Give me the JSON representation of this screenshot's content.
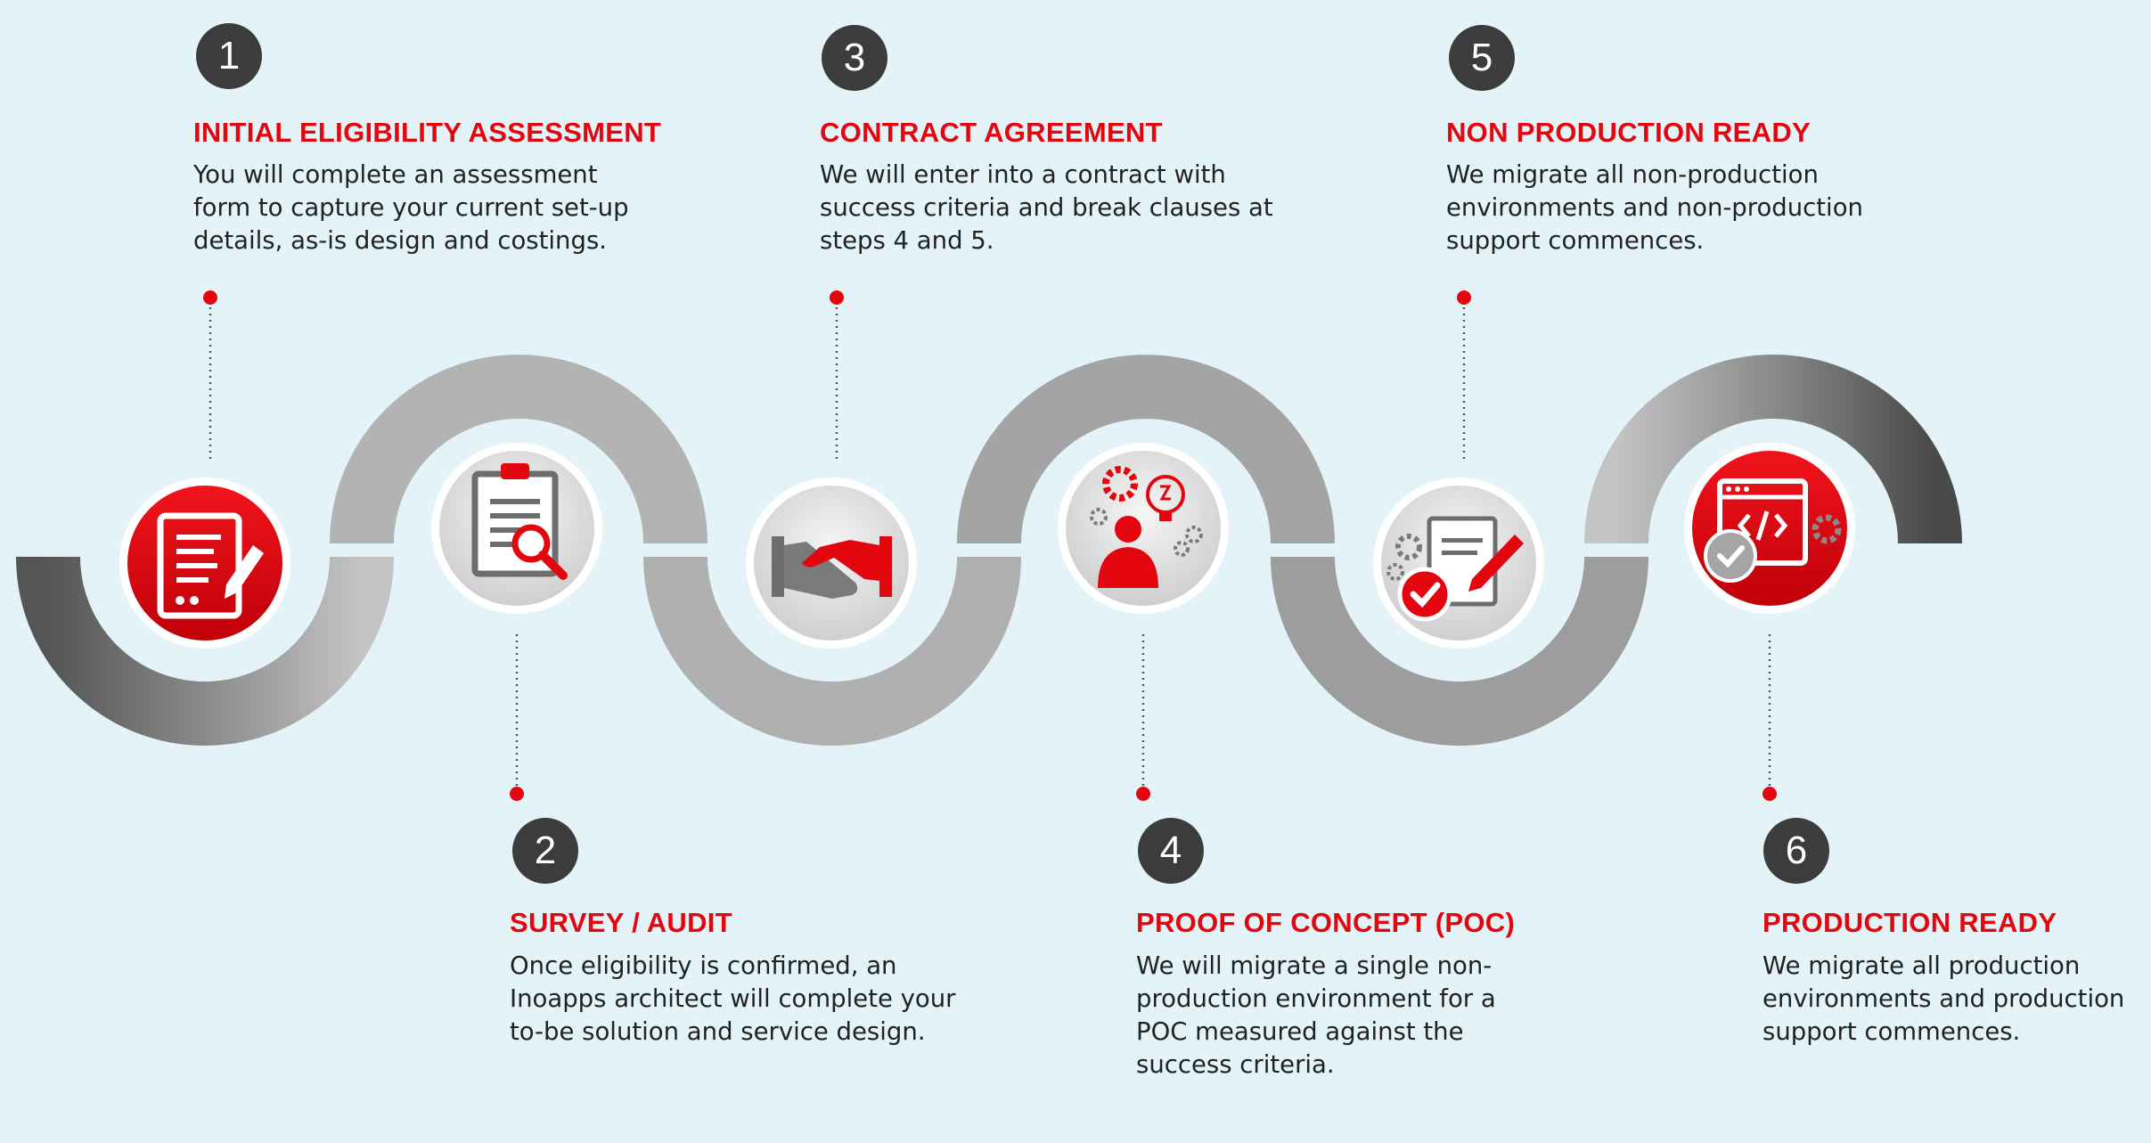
{
  "steps": [
    {
      "number": "1",
      "title": "INITIAL ELIGIBILITY ASSESSMENT",
      "lines": [
        "You will complete an assessment",
        "form to capture your current set-up",
        "details, as-is design and costings."
      ],
      "icon": "assessment-form-icon"
    },
    {
      "number": "2",
      "title": "SURVEY / AUDIT",
      "lines": [
        "Once eligibility is confirmed, an",
        "Inoapps architect will complete your",
        "to-be solution and service design."
      ],
      "icon": "clipboard-search-icon"
    },
    {
      "number": "3",
      "title": "CONTRACT AGREEMENT",
      "lines": [
        "We will enter into a contract with",
        "success criteria and break clauses at",
        "steps 4 and 5."
      ],
      "icon": "handshake-icon"
    },
    {
      "number": "4",
      "title": "PROOF OF CONCEPT (POC)",
      "lines": [
        "We will migrate a single non-",
        "production environment for a",
        "POC measured against the",
        "success criteria."
      ],
      "icon": "idea-person-gears-icon"
    },
    {
      "number": "5",
      "title": "NON PRODUCTION READY",
      "lines": [
        "We migrate all non-production",
        "environments and non-production",
        "support commences."
      ],
      "icon": "checklist-pencil-icon"
    },
    {
      "number": "6",
      "title": "PRODUCTION READY",
      "lines": [
        "We migrate all production",
        "environments and production",
        "support commences."
      ],
      "icon": "code-window-check-icon"
    }
  ],
  "colors": {
    "accent": "#e4060f",
    "background": "#e3f3f7",
    "badge": "#3c3c3c",
    "path": "#a7a7a7"
  }
}
